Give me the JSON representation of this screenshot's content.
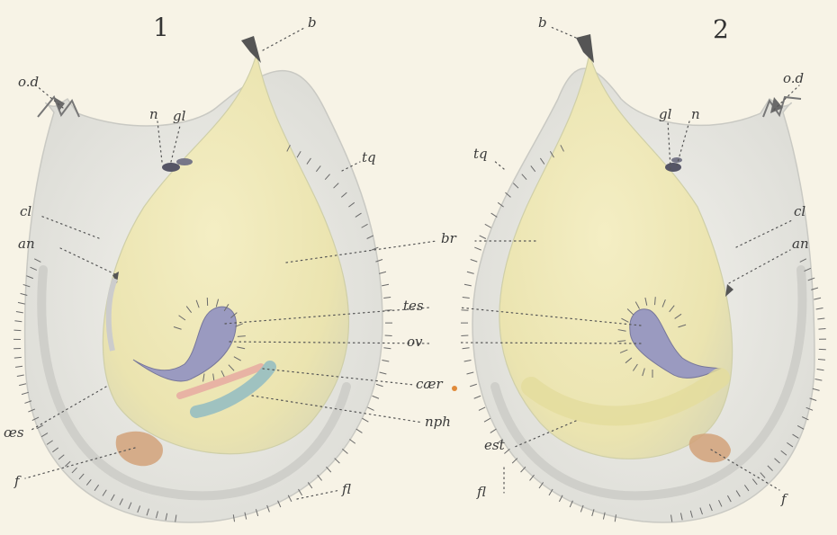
{
  "figures": [
    {
      "number": "1"
    },
    {
      "number": "2"
    }
  ],
  "labels": {
    "fig1": {
      "b": "b",
      "od": "o.d",
      "n": "n",
      "gl": "gl",
      "tq": "tq",
      "cl": "cl",
      "an": "an",
      "br": "br",
      "tes": "tes",
      "ov": "ov",
      "caer": "cær",
      "nph": "nph",
      "oes": "œs",
      "f": "f",
      "fl": "fl"
    },
    "fig2": {
      "b": "b",
      "od": "o.d",
      "gl": "gl",
      "n": "n",
      "tq": "tq",
      "cl": "cl",
      "an": "an",
      "est": "est",
      "fl": "fl",
      "f": "f"
    }
  },
  "colors": {
    "paper": "#f7f3e6",
    "tunic": "#e9e9e4",
    "body": "#efe9b8",
    "gonad": "#9c9cc0",
    "pink": "#e8b6a8",
    "nephridium": "#a8c6c2",
    "foot": "#d4a373"
  }
}
